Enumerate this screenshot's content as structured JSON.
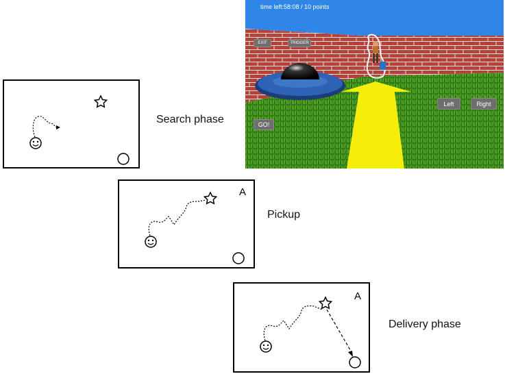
{
  "game": {
    "hud_text": "time left:58:08  / 10 points",
    "buttons": {
      "exit": "EXIT",
      "trigger": "TRIGGER",
      "go": "GO!",
      "left": "Left",
      "right": "Right"
    }
  },
  "phases": [
    {
      "label": "Search phase",
      "letter": ""
    },
    {
      "label": "Pickup",
      "letter": "A"
    },
    {
      "label": "Delivery phase",
      "letter": "A"
    }
  ]
}
